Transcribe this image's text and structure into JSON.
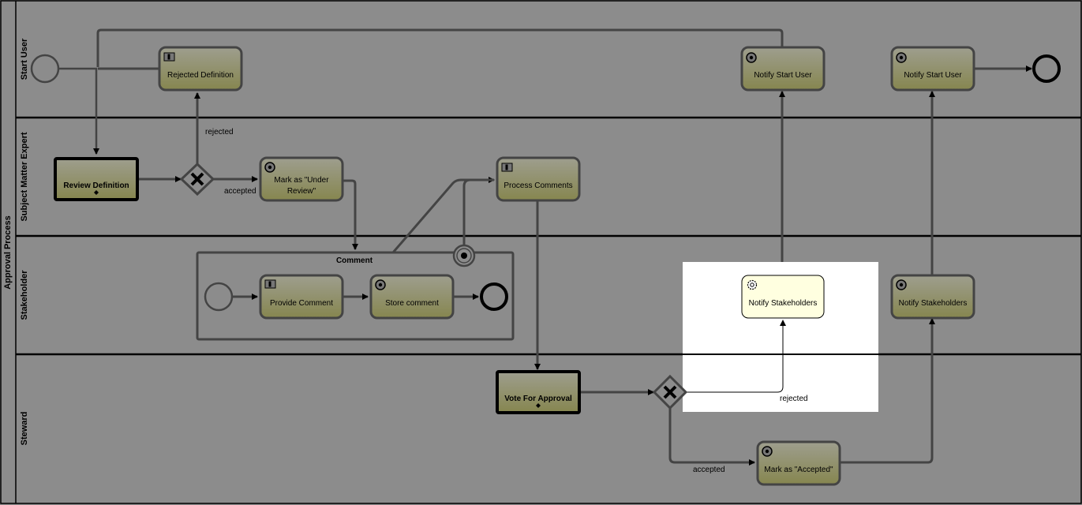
{
  "pool": {
    "label": "Approval Process"
  },
  "lanes": [
    {
      "id": "start-user",
      "label": "Start User"
    },
    {
      "id": "subject-matter-expert",
      "label": "Subject Matter Expert"
    },
    {
      "id": "stakeholder",
      "label": "Stakeholder"
    },
    {
      "id": "steward",
      "label": "Steward"
    }
  ],
  "subprocess": {
    "label": "Comment"
  },
  "tasks": {
    "rejected_definition": {
      "label": "Rejected Definition",
      "type": "user"
    },
    "notify_start_user_1": {
      "label": "Notify Start User",
      "type": "service"
    },
    "notify_start_user_2": {
      "label": "Notify Start User",
      "type": "service"
    },
    "review_definition": {
      "label": "Review Definition",
      "type": "call"
    },
    "mark_under_review_1": {
      "label": "Mark as \"Under",
      "type": "service"
    },
    "mark_under_review_2": {
      "label": "Review\"",
      "type": "service"
    },
    "process_comments": {
      "label": "Process Comments",
      "type": "user"
    },
    "provide_comment": {
      "label": "Provide Comment",
      "type": "user"
    },
    "store_comment": {
      "label": "Store comment",
      "type": "service"
    },
    "notify_stakeholders_highlight": {
      "label": "Notify Stakeholders",
      "type": "service"
    },
    "notify_stakeholders": {
      "label": "Notify Stakeholders",
      "type": "service"
    },
    "vote_for_approval": {
      "label": "Vote For Approval",
      "type": "call"
    },
    "mark_accepted": {
      "label": "Mark as \"Accepted\"",
      "type": "service"
    }
  },
  "edge_labels": {
    "sme_rejected": "rejected",
    "sme_accepted": "accepted",
    "steward_rejected": "rejected",
    "steward_accepted": "accepted"
  },
  "colors": {
    "overlay_background": "#8c8c8c",
    "task_fill_top": "#9a9a84",
    "task_fill_bottom": "#8a8a58",
    "highlight_fill": "#ffffe0",
    "highlight_area": "#ffffff",
    "stroke": "#000000"
  }
}
